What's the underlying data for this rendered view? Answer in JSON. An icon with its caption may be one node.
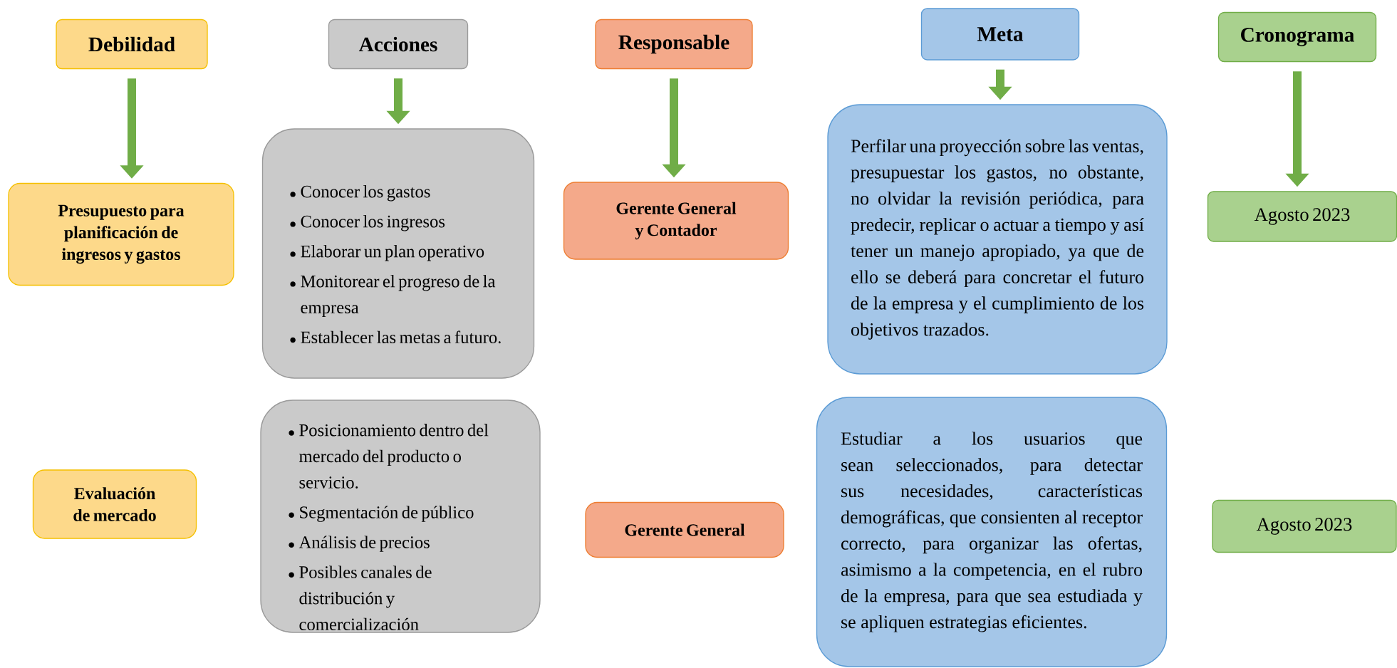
{
  "diagram": {
    "nodes": [
      {
        "text": [
          "Debilidad"
        ]
      },
      {
        "text": [
          "Acciones"
        ]
      },
      {
        "text": [
          "Responsable"
        ]
      },
      {
        "text": [
          "Meta"
        ]
      },
      {
        "text": [
          "Cronograma"
        ]
      },
      {
        "text": [
          "Presupuesto para planificación de ingresos y gastos"
        ]
      },
      {
        "text": [
          "Conocer los gastos",
          "Conocer los ingresos",
          "Elaborar un plan operativo",
          "Monitorear el progreso de la empresa",
          "Establecer las metas a futuro."
        ]
      },
      {
        "text": [
          "Gerente General y Contador"
        ]
      },
      {
        "text": [
          "Perfilar una proyección sobre las ventas, presupuestar los gastos, no obstante, no olvidar la revisión periódica, para predecir, replicar o actuar a tiempo y así tener un manejo apropiado, ya que de ello se deberá para concretar el futuro de la empresa y el cumplimiento de los objetivos trazados."
        ]
      },
      {
        "text": [
          "Agosto 2023"
        ]
      },
      {
        "text": [
          "Evaluación de mercado"
        ]
      },
      {
        "text": [
          "Posicionamiento dentro del mercado del producto o servicio.",
          "Segmentación de público",
          "Análisis de precios",
          "Posibles canales de distribución y comercialización"
        ]
      },
      {
        "text": [
          "Gerente General"
        ]
      },
      {
        "text": [
          "Estudiar a los usuarios que sean seleccionados, para detectar sus necesidades, características demográficas, que consienten al receptor correcto, para organizar las ofertas, asimismo a la competencia, en el rubro de la empresa, para que sea estudiada y se apliquen estrategias eficientes."
        ]
      },
      {
        "text": [
          "Agosto 2023"
        ]
      }
    ],
    "edges": [
      {
        "from": 0,
        "to": 5,
        "arrow": "to"
      },
      {
        "from": 1,
        "to": 6,
        "arrow": "to"
      },
      {
        "from": 2,
        "to": 7,
        "arrow": "to"
      },
      {
        "from": 3,
        "to": 8,
        "arrow": "to"
      },
      {
        "from": 4,
        "to": 9,
        "arrow": "to"
      }
    ]
  }
}
